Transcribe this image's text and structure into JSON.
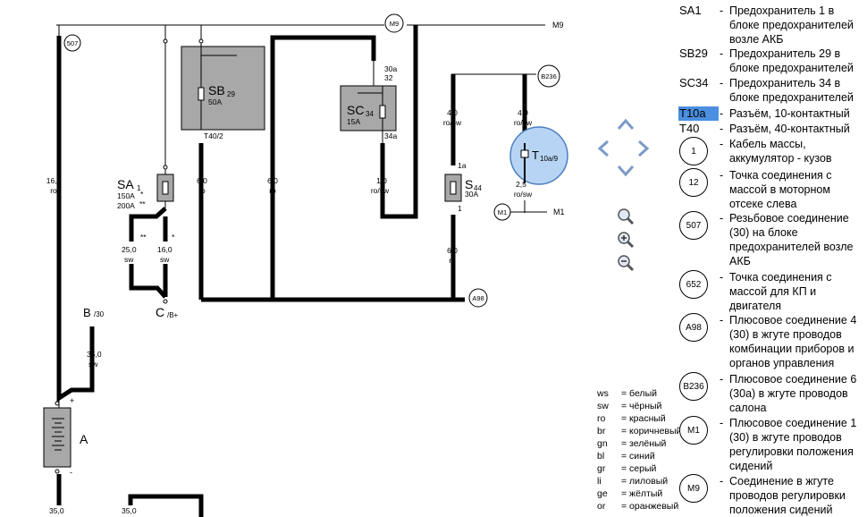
{
  "diagram": {
    "node_labels": {
      "n507": "507",
      "m9": "M9",
      "b236": "B236",
      "m1": "M1",
      "a98": "A98"
    },
    "line_labels": {
      "m9_out": "M9",
      "m1_out": "M1"
    },
    "components": {
      "sb29_name": "SB",
      "sb29_sub": "29",
      "sb29_rating": "50A",
      "sb29_pin": "T40/2",
      "sc34_name": "SC",
      "sc34_sub": "34",
      "sc34_rating": "15A",
      "sc34_pin_in": "30a",
      "sc34_pin_in2": "32",
      "sc34_pin_out": "34a",
      "sa1_name": "SA",
      "sa1_sub": "1",
      "sa1_rating1": "150A",
      "sa1_rating2": "200A",
      "sa1_mark1": "*",
      "sa1_mark2": "**",
      "s44_name": "S",
      "s44_sub": "44",
      "s44_rating": "30A",
      "s44_pin_in": "1a",
      "s44_pin_out": "1",
      "t10a_name": "T",
      "t10a_sub": "10a/9",
      "battery": "A",
      "batt_plus": "+",
      "batt_minus": "-",
      "c_name": "C",
      "c_sub": "/B+",
      "b_name": "B",
      "b_sub": "/30"
    },
    "wires": {
      "w1_gauge": "16,0",
      "w1_color": "ro",
      "w2_gauge": "6,0",
      "w2_color": "ro",
      "w3_gauge": "6,0",
      "w3_color": "ro",
      "w4_gauge": "1,0",
      "w4_color": "ro/sw",
      "w5_gauge": "4,0",
      "w5_color": "ro/sw",
      "w6_gauge": "6,0",
      "w6_color": "ro",
      "w7_gauge": "4,0",
      "w7_color": "ro/sw",
      "w8_gauge": "2,5",
      "w8_color": "ro/sw",
      "w9_gauge": "25,0",
      "w9_color": "sw",
      "w9_mark": "**",
      "w10_gauge": "16,0",
      "w10_color": "sw",
      "w10_mark": "*",
      "w11_gauge": "35,0",
      "w11_color": "sw",
      "w12_gauge": "35,0",
      "w13_gauge": "35,0"
    }
  },
  "legend": {
    "entries": [
      {
        "key": "SA1",
        "dash": "-",
        "text": "Предохранитель 1 в блоке предохранителей возле АКБ"
      },
      {
        "key": "SB29",
        "dash": "-",
        "text": "Предохранитель 29 в блоке предохранителей"
      },
      {
        "key": "SC34",
        "dash": "-",
        "text": "Предохранитель 34 в блоке предохранителей"
      },
      {
        "key": "T10a",
        "dash": "-",
        "text": "Разъём, 10-контактный"
      },
      {
        "key": "T40",
        "dash": "-",
        "text": "Разъём, 40-контактный"
      },
      {
        "key": "1",
        "dash": "-",
        "text": "Кабель массы, аккумулятор - кузов"
      },
      {
        "key": "12",
        "dash": "-",
        "text": "Точка соединения с массой в моторном отсеке слева"
      },
      {
        "key": "507",
        "dash": "-",
        "text": "Резьбовое соединение (30) на блоке предохранителей возле АКБ"
      },
      {
        "key": "652",
        "dash": "-",
        "text": "Точка соединения с массой для КП и двигателя"
      },
      {
        "key": "A98",
        "dash": "-",
        "text": "Плюсовое соединение 4 (30) в жгуте проводов комбинации приборов и органов управления"
      },
      {
        "key": "B236",
        "dash": "-",
        "text": "Плюсовое соединение 6 (30a) в жгуте проводов салона"
      },
      {
        "key": "M1",
        "dash": "-",
        "text": "Плюсовое соединение 1 (30) в жгуте проводов регулировки положения сидений"
      },
      {
        "key": "M9",
        "dash": "-",
        "text": "Соединение в жгуте проводов регулировки положения сидений"
      }
    ]
  },
  "color_table": [
    {
      "code": "ws",
      "name": "= белый"
    },
    {
      "code": "sw",
      "name": "= чёрный"
    },
    {
      "code": "ro",
      "name": "= красный"
    },
    {
      "code": "br",
      "name": "= коричневый"
    },
    {
      "code": "gn",
      "name": "= зелёный"
    },
    {
      "code": "bl",
      "name": "= синий"
    },
    {
      "code": "gr",
      "name": "= серый"
    },
    {
      "code": "li",
      "name": "= лиловый"
    },
    {
      "code": "ge",
      "name": "= жёлтый"
    },
    {
      "code": "or",
      "name": "= оранжевый"
    }
  ],
  "navigation": {
    "icons": [
      "arrow-up-icon",
      "arrow-down-icon",
      "arrow-left-icon",
      "arrow-right-icon",
      "zoom-fit-icon",
      "zoom-in-icon",
      "zoom-out-icon"
    ]
  },
  "colors": {
    "wire": "#000000",
    "component_fill": "#a8a8a8",
    "highlight_fill": "#b8d4f4",
    "highlight_stroke": "#4a7fc0",
    "selection": "#4a8fe0",
    "nav_icon": "#7a9ac8"
  }
}
